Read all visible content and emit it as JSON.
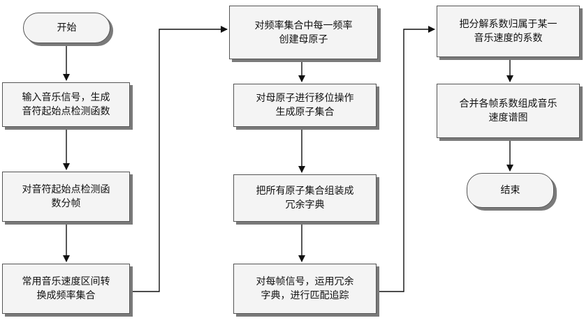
{
  "diagram": {
    "start_label": "开始",
    "col1": [
      "输入音乐信号，生成\n音符起始点检测函数",
      "对音符起始点检测函\n数分帧",
      "常用音乐速度区间转\n换成频率集合"
    ],
    "col2": [
      "对频率集合中每一频率\n创建母原子",
      "对母原子进行移位操作\n生成原子集合",
      "把所有原子集合组装成\n冗余字典",
      "对每帧信号，运用冗余\n字典，进行匹配追踪"
    ],
    "col3": [
      "把分解系数归属于某一\n音乐速度的系数",
      "合并各帧系数组成音乐\n速度谱图"
    ],
    "end_label": "结束"
  }
}
